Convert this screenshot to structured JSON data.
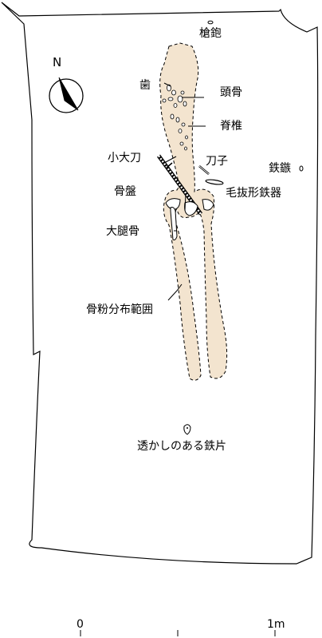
{
  "labels": {
    "yari_ganna": "槍鉋",
    "tooth": "歯",
    "skull": "頭骨",
    "spine": "脊椎",
    "short_sword": "小大刀",
    "knife": "刀子",
    "arrowhead": "鉄鏃",
    "pelvis": "骨盤",
    "kebori_tool": "毛抜形鉄器",
    "femur": "大腿骨",
    "bone_powder_area": "骨粉分布範囲",
    "openwork_iron": "透かしのある鉄片"
  },
  "north_label": "N",
  "scale": {
    "start_label": "0",
    "end_label": "1m"
  },
  "colors": {
    "bone_fill": "#f3e4cf",
    "line": "#000000"
  }
}
